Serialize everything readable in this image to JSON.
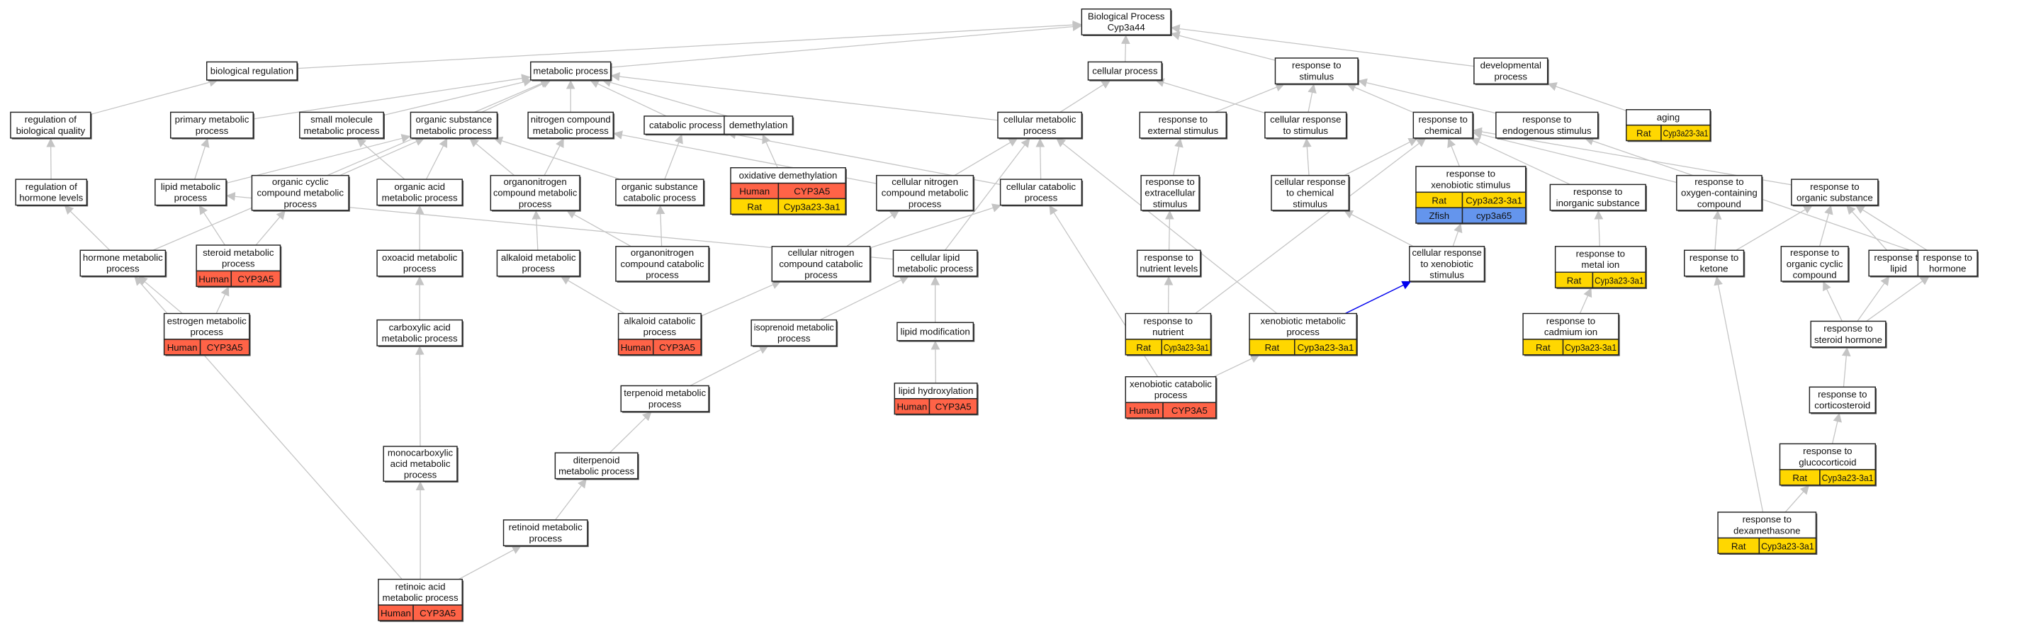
{
  "colors": {
    "Human": "#ff6347",
    "Rat": "#ffd700",
    "Zfish": "#6495ed",
    "edge": "#c4c4c4",
    "highlight_edge": "#0000ee"
  },
  "nodes": [
    {
      "id": "bp",
      "lines": [
        "Biological Process",
        "Cyp3a44"
      ]
    },
    {
      "id": "bio_reg",
      "lines": [
        "biological regulation"
      ]
    },
    {
      "id": "metabolic",
      "lines": [
        "metabolic process"
      ]
    },
    {
      "id": "cellular",
      "lines": [
        "cellular process"
      ]
    },
    {
      "id": "stimulus",
      "lines": [
        "response to",
        "stimulus"
      ]
    },
    {
      "id": "developmental",
      "lines": [
        "developmental",
        "process"
      ]
    },
    {
      "id": "reg_bio_quality",
      "lines": [
        "regulation of",
        "biological quality"
      ]
    },
    {
      "id": "primary",
      "lines": [
        "primary metabolic",
        "process"
      ]
    },
    {
      "id": "small_mol",
      "lines": [
        "small molecule",
        "metabolic process"
      ]
    },
    {
      "id": "org_sub",
      "lines": [
        "organic substance",
        "metabolic process"
      ]
    },
    {
      "id": "nitrogen",
      "lines": [
        "nitrogen compound",
        "metabolic process"
      ]
    },
    {
      "id": "catabolic",
      "lines": [
        "catabolic process"
      ]
    },
    {
      "id": "demethylation",
      "lines": [
        "demethylation"
      ]
    },
    {
      "id": "cell_met",
      "lines": [
        "cellular metabolic",
        "process"
      ]
    },
    {
      "id": "resp_ext",
      "lines": [
        "response to",
        "external stimulus"
      ]
    },
    {
      "id": "cell_resp_stim",
      "lines": [
        "cellular response",
        "to stimulus"
      ]
    },
    {
      "id": "resp_chem",
      "lines": [
        "response to",
        "chemical"
      ]
    },
    {
      "id": "resp_endo",
      "lines": [
        "response to",
        "endogenous stimulus"
      ]
    },
    {
      "id": "aging",
      "lines": [
        "aging"
      ],
      "genes": [
        {
          "species": "Rat",
          "gene": "Cyp3a23-3a1"
        }
      ]
    },
    {
      "id": "reg_hormone",
      "lines": [
        "regulation of",
        "hormone levels"
      ]
    },
    {
      "id": "lipid_met",
      "lines": [
        "lipid metabolic",
        "process"
      ]
    },
    {
      "id": "org_cyclic",
      "lines": [
        "organic cyclic",
        "compound metabolic",
        "process"
      ]
    },
    {
      "id": "org_acid",
      "lines": [
        "organic acid",
        "metabolic process"
      ]
    },
    {
      "id": "organonitrogen",
      "lines": [
        "organonitrogen",
        "compound metabolic",
        "process"
      ]
    },
    {
      "id": "org_sub_cat",
      "lines": [
        "organic substance",
        "catabolic process"
      ]
    },
    {
      "id": "oxdem",
      "lines": [
        "oxidative demethylation"
      ],
      "genes": [
        {
          "species": "Human",
          "gene": "CYP3A5"
        },
        {
          "species": "Rat",
          "gene": "Cyp3a23-3a1"
        }
      ]
    },
    {
      "id": "cell_nitrogen",
      "lines": [
        "cellular nitrogen",
        "compound metabolic",
        "process"
      ]
    },
    {
      "id": "cell_cat",
      "lines": [
        "cellular catabolic",
        "process"
      ]
    },
    {
      "id": "resp_extracell",
      "lines": [
        "response to",
        "extracellular",
        "stimulus"
      ]
    },
    {
      "id": "cell_resp_chem",
      "lines": [
        "cellular response",
        "to chemical",
        "stimulus"
      ]
    },
    {
      "id": "resp_xeno",
      "lines": [
        "response to",
        "xenobiotic stimulus"
      ],
      "genes": [
        {
          "species": "Rat",
          "gene": "Cyp3a23-3a1"
        },
        {
          "species": "Zfish",
          "gene": "cyp3a65"
        }
      ]
    },
    {
      "id": "resp_inorg",
      "lines": [
        "response to",
        "inorganic substance"
      ]
    },
    {
      "id": "resp_oxy",
      "lines": [
        "response to",
        "oxygen-containing",
        "compound"
      ]
    },
    {
      "id": "resp_org_sub",
      "lines": [
        "response to",
        "organic substance"
      ]
    },
    {
      "id": "hormone_met",
      "lines": [
        "hormone metabolic",
        "process"
      ]
    },
    {
      "id": "steroid_met",
      "lines": [
        "steroid metabolic",
        "process"
      ],
      "genes": [
        {
          "species": "Human",
          "gene": "CYP3A5"
        }
      ]
    },
    {
      "id": "oxoacid",
      "lines": [
        "oxoacid metabolic",
        "process"
      ]
    },
    {
      "id": "alkaloid_met",
      "lines": [
        "alkaloid metabolic",
        "process"
      ]
    },
    {
      "id": "organonitrogen_cat",
      "lines": [
        "organonitrogen",
        "compound catabolic",
        "process"
      ]
    },
    {
      "id": "cell_nitrogen_cat",
      "lines": [
        "cellular nitrogen",
        "compound catabolic",
        "process"
      ]
    },
    {
      "id": "cell_lipid",
      "lines": [
        "cellular lipid",
        "metabolic process"
      ]
    },
    {
      "id": "resp_nutrient_levels",
      "lines": [
        "response to",
        "nutrient levels"
      ]
    },
    {
      "id": "cell_resp_xeno",
      "lines": [
        "cellular response",
        "to xenobiotic",
        "stimulus"
      ]
    },
    {
      "id": "metal_ion",
      "lines": [
        "response to",
        "metal ion"
      ],
      "genes": [
        {
          "species": "Rat",
          "gene": "Cyp3a23-3a1"
        }
      ]
    },
    {
      "id": "ketone",
      "lines": [
        "response to",
        "ketone"
      ]
    },
    {
      "id": "resp_org_cyclic",
      "lines": [
        "response to",
        "organic cyclic",
        "compound"
      ]
    },
    {
      "id": "resp_lipid",
      "lines": [
        "response to",
        "lipid"
      ]
    },
    {
      "id": "resp_hormone",
      "lines": [
        "response to",
        "hormone"
      ]
    },
    {
      "id": "estrogen",
      "lines": [
        "estrogen metabolic",
        "process"
      ],
      "genes": [
        {
          "species": "Human",
          "gene": "CYP3A5"
        }
      ]
    },
    {
      "id": "carboxylic",
      "lines": [
        "carboxylic acid",
        "metabolic process"
      ]
    },
    {
      "id": "alkaloid_cat",
      "lines": [
        "alkaloid catabolic",
        "process"
      ],
      "genes": [
        {
          "species": "Human",
          "gene": "CYP3A5"
        }
      ]
    },
    {
      "id": "isoprenoid",
      "lines": [
        "isoprenoid metabolic",
        "process"
      ]
    },
    {
      "id": "lipid_mod",
      "lines": [
        "lipid modification"
      ]
    },
    {
      "id": "resp_nutrient",
      "lines": [
        "response to",
        "nutrient"
      ],
      "genes": [
        {
          "species": "Rat",
          "gene": "Cyp3a23-3a1"
        }
      ]
    },
    {
      "id": "xeno_met",
      "lines": [
        "xenobiotic metabolic",
        "process"
      ],
      "genes": [
        {
          "species": "Rat",
          "gene": "Cyp3a23-3a1"
        }
      ]
    },
    {
      "id": "cadmium",
      "lines": [
        "response to",
        "cadmium ion"
      ],
      "genes": [
        {
          "species": "Rat",
          "gene": "Cyp3a23-3a1"
        }
      ]
    },
    {
      "id": "steroid_hormone",
      "lines": [
        "response to",
        "steroid hormone"
      ]
    },
    {
      "id": "terpenoid",
      "lines": [
        "terpenoid metabolic",
        "process"
      ]
    },
    {
      "id": "lipid_hydrox",
      "lines": [
        "lipid hydroxylation"
      ],
      "genes": [
        {
          "species": "Human",
          "gene": "CYP3A5"
        }
      ]
    },
    {
      "id": "xeno_cat",
      "lines": [
        "xenobiotic catabolic",
        "process"
      ],
      "genes": [
        {
          "species": "Human",
          "gene": "CYP3A5"
        }
      ]
    },
    {
      "id": "corticosteroid",
      "lines": [
        "response to",
        "corticosteroid"
      ]
    },
    {
      "id": "monocarboxylic",
      "lines": [
        "monocarboxylic",
        "acid metabolic",
        "process"
      ]
    },
    {
      "id": "diterpenoid",
      "lines": [
        "diterpenoid",
        "metabolic process"
      ]
    },
    {
      "id": "glucocorticoid",
      "lines": [
        "response to",
        "glucocorticoid"
      ],
      "genes": [
        {
          "species": "Rat",
          "gene": "Cyp3a23-3a1"
        }
      ]
    },
    {
      "id": "retinoid",
      "lines": [
        "retinoid metabolic",
        "process"
      ]
    },
    {
      "id": "dexamethasone",
      "lines": [
        "response to",
        "dexamethasone"
      ],
      "genes": [
        {
          "species": "Rat",
          "gene": "Cyp3a23-3a1"
        }
      ]
    },
    {
      "id": "retinoic",
      "lines": [
        "retinoic acid",
        "metabolic process"
      ],
      "genes": [
        {
          "species": "Human",
          "gene": "CYP3A5"
        }
      ]
    }
  ],
  "edges": [
    [
      "bio_reg",
      "bp"
    ],
    [
      "metabolic",
      "bp"
    ],
    [
      "cellular",
      "bp"
    ],
    [
      "stimulus",
      "bp"
    ],
    [
      "developmental",
      "bp"
    ],
    [
      "reg_bio_quality",
      "bio_reg"
    ],
    [
      "primary",
      "metabolic"
    ],
    [
      "small_mol",
      "metabolic"
    ],
    [
      "org_sub",
      "metabolic"
    ],
    [
      "nitrogen",
      "metabolic"
    ],
    [
      "catabolic",
      "metabolic"
    ],
    [
      "demethylation",
      "metabolic"
    ],
    [
      "cell_met",
      "metabolic"
    ],
    [
      "cell_met",
      "cellular"
    ],
    [
      "hormone_met",
      "metabolic"
    ],
    [
      "resp_ext",
      "stimulus"
    ],
    [
      "cell_resp_stim",
      "cellular"
    ],
    [
      "cell_resp_stim",
      "stimulus"
    ],
    [
      "resp_chem",
      "stimulus"
    ],
    [
      "resp_endo",
      "stimulus"
    ],
    [
      "aging",
      "developmental"
    ],
    [
      "reg_hormone",
      "reg_bio_quality"
    ],
    [
      "hormone_met",
      "reg_hormone"
    ],
    [
      "lipid_met",
      "primary"
    ],
    [
      "lipid_met",
      "org_sub"
    ],
    [
      "org_cyclic",
      "org_sub"
    ],
    [
      "org_acid",
      "small_mol"
    ],
    [
      "org_acid",
      "org_sub"
    ],
    [
      "organonitrogen",
      "org_sub"
    ],
    [
      "organonitrogen",
      "nitrogen"
    ],
    [
      "org_sub_cat",
      "catabolic"
    ],
    [
      "org_sub_cat",
      "org_sub"
    ],
    [
      "oxdem",
      "demethylation"
    ],
    [
      "cell_nitrogen",
      "cell_met"
    ],
    [
      "cell_nitrogen",
      "nitrogen"
    ],
    [
      "cell_cat",
      "cell_met"
    ],
    [
      "cell_cat",
      "catabolic"
    ],
    [
      "resp_extracell",
      "resp_ext"
    ],
    [
      "cell_resp_chem",
      "cell_resp_stim"
    ],
    [
      "cell_resp_chem",
      "resp_chem"
    ],
    [
      "resp_xeno",
      "resp_chem"
    ],
    [
      "resp_inorg",
      "resp_chem"
    ],
    [
      "resp_oxy",
      "resp_chem"
    ],
    [
      "resp_org_sub",
      "resp_chem"
    ],
    [
      "steroid_met",
      "lipid_met"
    ],
    [
      "steroid_met",
      "org_cyclic"
    ],
    [
      "oxoacid",
      "org_acid"
    ],
    [
      "alkaloid_met",
      "organonitrogen"
    ],
    [
      "organonitrogen_cat",
      "organonitrogen"
    ],
    [
      "organonitrogen_cat",
      "org_sub_cat"
    ],
    [
      "cell_nitrogen_cat",
      "cell_nitrogen"
    ],
    [
      "cell_nitrogen_cat",
      "cell_cat"
    ],
    [
      "cell_lipid",
      "lipid_met"
    ],
    [
      "cell_lipid",
      "cell_met"
    ],
    [
      "resp_nutrient_levels",
      "resp_extracell"
    ],
    [
      "cell_resp_xeno",
      "resp_xeno"
    ],
    [
      "cell_resp_xeno",
      "cell_resp_chem"
    ],
    [
      "metal_ion",
      "resp_inorg"
    ],
    [
      "ketone",
      "resp_oxy"
    ],
    [
      "ketone",
      "resp_org_sub"
    ],
    [
      "resp_org_cyclic",
      "resp_org_sub"
    ],
    [
      "resp_lipid",
      "resp_org_sub"
    ],
    [
      "resp_hormone",
      "resp_org_sub"
    ],
    [
      "resp_hormone",
      "resp_endo"
    ],
    [
      "estrogen",
      "steroid_met"
    ],
    [
      "estrogen",
      "hormone_met"
    ],
    [
      "carboxylic",
      "oxoacid"
    ],
    [
      "alkaloid_cat",
      "alkaloid_met"
    ],
    [
      "alkaloid_cat",
      "cell_nitrogen_cat"
    ],
    [
      "isoprenoid",
      "cell_lipid"
    ],
    [
      "lipid_mod",
      "cell_lipid"
    ],
    [
      "resp_nutrient",
      "resp_nutrient_levels"
    ],
    [
      "resp_nutrient",
      "resp_chem"
    ],
    [
      "xeno_met",
      "cell_met"
    ],
    [
      "cadmium",
      "metal_ion"
    ],
    [
      "steroid_hormone",
      "resp_org_cyclic"
    ],
    [
      "steroid_hormone",
      "resp_lipid"
    ],
    [
      "steroid_hormone",
      "resp_hormone"
    ],
    [
      "terpenoid",
      "isoprenoid"
    ],
    [
      "lipid_hydrox",
      "lipid_mod"
    ],
    [
      "xeno_cat",
      "xeno_met"
    ],
    [
      "xeno_cat",
      "cell_cat"
    ],
    [
      "corticosteroid",
      "steroid_hormone"
    ],
    [
      "monocarboxylic",
      "carboxylic"
    ],
    [
      "diterpenoid",
      "terpenoid"
    ],
    [
      "glucocorticoid",
      "corticosteroid"
    ],
    [
      "retinoid",
      "diterpenoid"
    ],
    [
      "dexamethasone",
      "ketone"
    ],
    [
      "dexamethasone",
      "glucocorticoid"
    ],
    [
      "retinoic",
      "monocarboxylic"
    ],
    [
      "retinoic",
      "retinoid"
    ],
    [
      "retinoic",
      "hormone_met"
    ]
  ],
  "highlight_edges": [
    [
      "xeno_met",
      "cell_resp_xeno"
    ]
  ]
}
